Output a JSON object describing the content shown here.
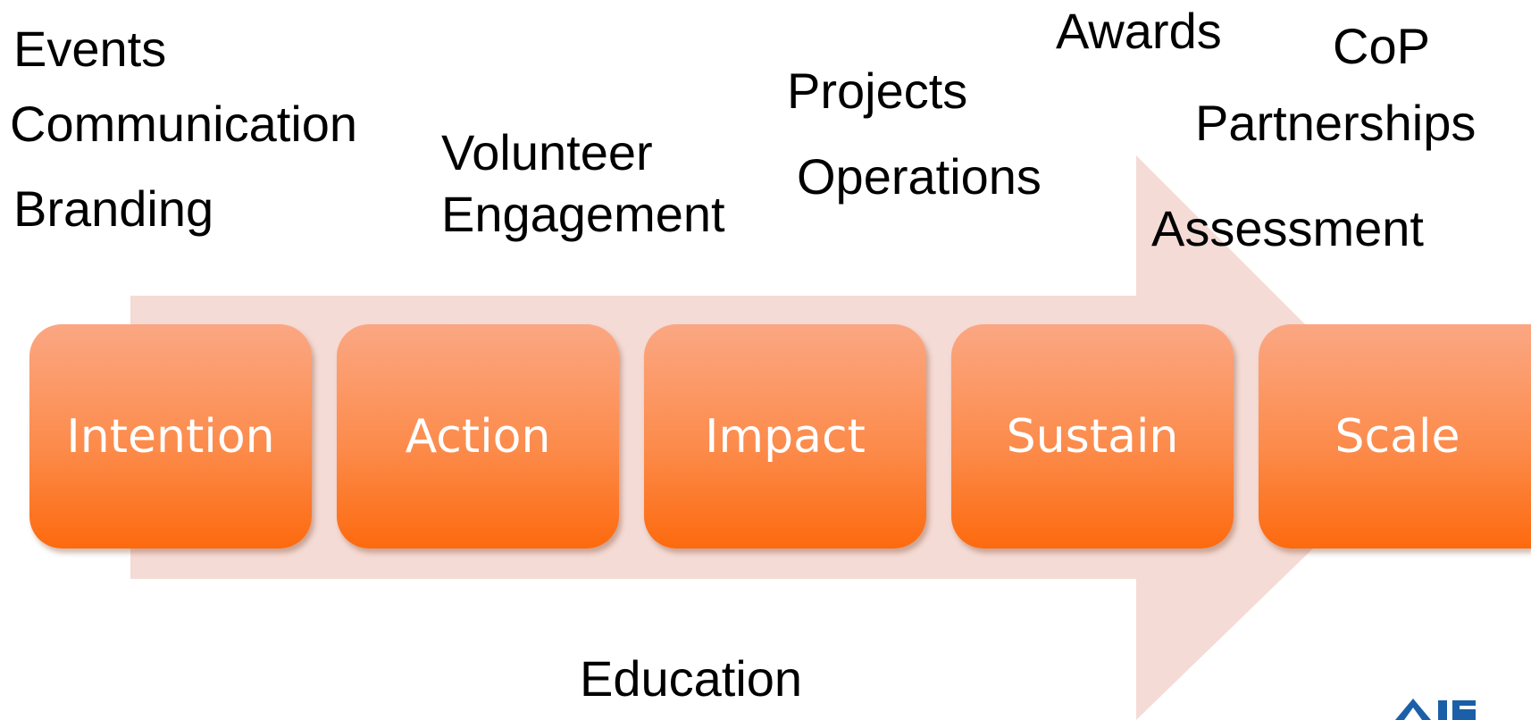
{
  "colors": {
    "arrow_fill": "#f5dbd5",
    "stage_top": "#fba783",
    "stage_bottom": "#fd6a0e",
    "stage_text": "#ffffff",
    "label_text": "#000000",
    "logo": "#1b5fa8"
  },
  "labels": {
    "events": "Events",
    "communication": "Communication",
    "branding": "Branding",
    "volunteer_line1": "Volunteer",
    "volunteer_line2": "Engagement",
    "projects": "Projects",
    "operations": "Operations",
    "awards": "Awards",
    "cop": "CoP",
    "partnerships": "Partnerships",
    "assessment": "Assessment",
    "education": "Education"
  },
  "stages": [
    {
      "label": "Intention"
    },
    {
      "label": "Action"
    },
    {
      "label": "Impact"
    },
    {
      "label": "Sustain"
    },
    {
      "label": "Scale"
    }
  ],
  "logo": {
    "icon": "diamond-logo-icon"
  }
}
